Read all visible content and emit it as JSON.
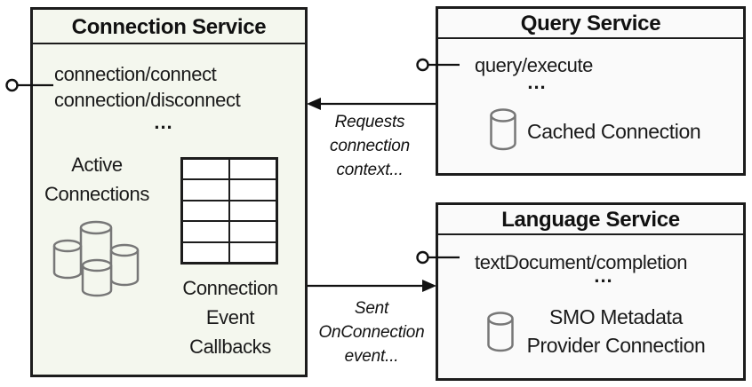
{
  "palette": {
    "conn-fill": "#f4f7ee",
    "svc-fill": "#fafafa",
    "line": "#1c1c1c",
    "icon-stroke": "#777777"
  },
  "connection_service": {
    "title": "Connection Service",
    "methods": "connection/connect\nconnection/disconnect",
    "ellipsis": "...",
    "active_connections_label": "Active\nConnections",
    "callbacks_label": "Connection\nEvent\nCallbacks",
    "callback_table": {
      "rows": 5,
      "cols": 2
    }
  },
  "query_service": {
    "title": "Query Service",
    "method": "query/execute",
    "ellipsis": "...",
    "cached_label": "Cached Connection"
  },
  "language_service": {
    "title": "Language Service",
    "method": "textDocument/completion",
    "ellipsis": "...",
    "cached_label": "SMO Metadata\nProvider Connection"
  },
  "arrows": {
    "requests_label": "Requests\nconnection\ncontext...",
    "sent_label": "Sent\nOnConnection\nevent..."
  }
}
